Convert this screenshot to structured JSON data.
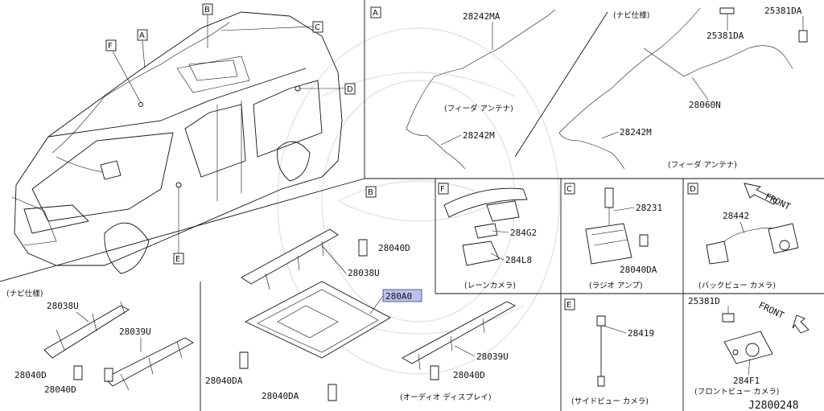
{
  "diagram_id": "J2800248",
  "callout_letters": [
    "A",
    "B",
    "C",
    "D",
    "E",
    "F"
  ],
  "panels": {
    "A": {
      "letter": "A",
      "parts": [
        "28242MA",
        "28242M",
        "28242M",
        "25381DA",
        "25381DA",
        "28060N"
      ],
      "notes": [
        "(ナビ仕様)",
        "(フィーダ アンテナ)",
        "(フィーダ アンテナ)"
      ]
    },
    "B": {
      "letter": "B",
      "parts": [
        "28040D",
        "28038U",
        "280A0",
        "28039U",
        "28040D",
        "28040DA",
        "28040DA"
      ],
      "highlight": "280A0",
      "note": "(オーディオ ディスプレイ)"
    },
    "nav": {
      "note": "(ナビ仕様)",
      "parts": [
        "28038U",
        "28039U",
        "28040D",
        "28040D"
      ]
    },
    "F": {
      "letter": "F",
      "parts": [
        "284G2",
        "284L8"
      ],
      "note": "(レーンカメラ)"
    },
    "C": {
      "letter": "C",
      "parts": [
        "28231",
        "28040DA"
      ],
      "note": "(ラジオ アンプ)"
    },
    "D": {
      "letter": "D",
      "parts": [
        "28442"
      ],
      "front": "FRONT",
      "note": "(バックビュー カメラ)"
    },
    "E": {
      "letter": "E",
      "parts": [
        "28419"
      ],
      "note": "(サイドビュー カメラ)"
    },
    "G": {
      "parts": [
        "25381D",
        "284F1"
      ],
      "front": "FRONT",
      "note": "(フロントビュー カメラ)"
    }
  },
  "colors": {
    "highlight_fill": "#b9c3ee",
    "line": "#111111"
  }
}
